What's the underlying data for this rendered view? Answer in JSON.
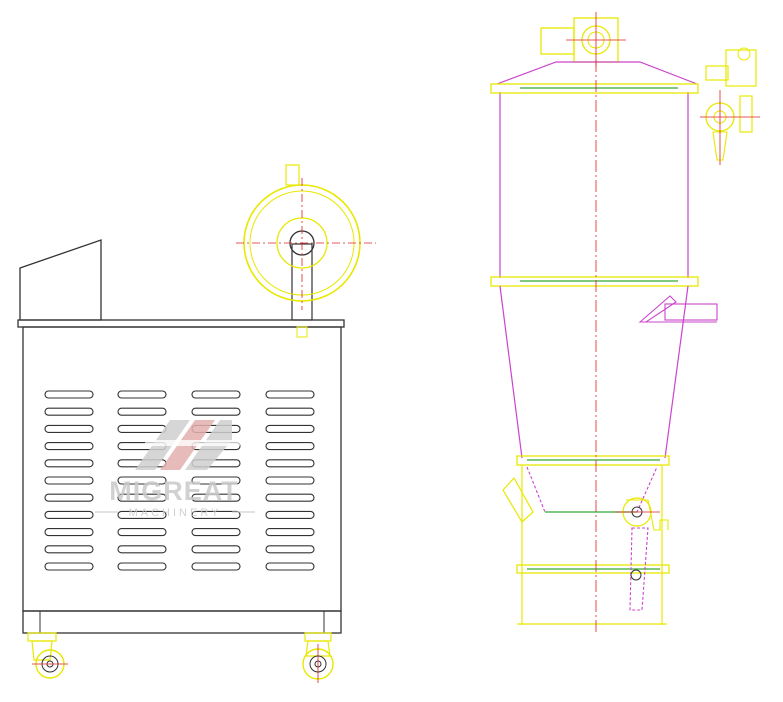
{
  "watermark": {
    "brand": "MIGREAT",
    "subtitle": "MACHINERY",
    "brand_color": "#c9c9c9",
    "accent_color": "#e2a8a8"
  },
  "colors": {
    "outline": "#333333",
    "yellow": "#e8e800",
    "magenta": "#cc44cc",
    "red": "#dd2222",
    "green": "#33aa33",
    "background": "#ffffff"
  },
  "left_view": {
    "vent_columns": 4,
    "vent_rows": 11,
    "caster_count": 2,
    "has_blower_motor": true
  },
  "right_view": {
    "sections": [
      "motor",
      "filter-hopper",
      "cone",
      "discharge-valve"
    ],
    "flange_count": 5
  }
}
